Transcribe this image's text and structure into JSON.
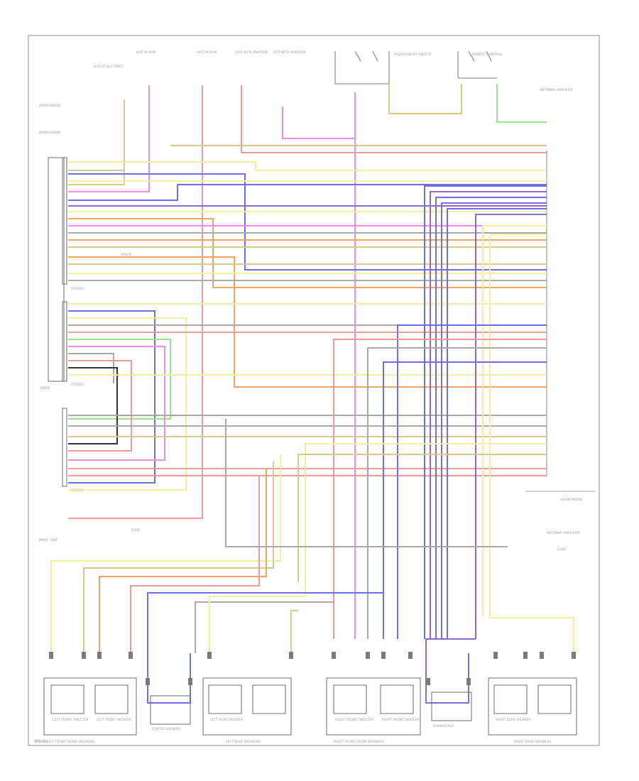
{
  "colors": {
    "yellow": "#f4ef9a",
    "tan": "#d9c98d",
    "pink": "#f08ce8",
    "red": "#f29a9a",
    "blue": "#6d6df0",
    "purple": "#8a6bd6",
    "orange": "#efa55f",
    "green": "#9be08a",
    "gray": "#a9a9a9",
    "black": "#333333"
  },
  "labels": {
    "page_ref": "WIRING",
    "stereo_label": "STEREO",
    "ecu_label": "MMI/C UNIT",
    "unit_label": "AUDIO/RADIO",
    "radio_label": "RADIO",
    "fuse_label_1": "HOT AT ALL TIMES",
    "fuse_label_2": "HOT IN RUN",
    "fuse_label_3": "HOT IN RUN",
    "fuse_label_4": "HOT WITH IGNITION",
    "switch_label_1": "RADIO ON/OFF SWITCH",
    "switch_label_2": "REMOTE CONTROL",
    "antenna_label": "ANTENNA AMPLIFIER",
    "ground_left": "G301",
    "ground_right": "G302",
    "splice_label": "SPLICE",
    "left_front_speakers": "LEFT FRONT DOOR SPEAKERS",
    "left_rear_speakers": "LEFT REAR SPEAKERS",
    "right_front_speakers": "RIGHT FRONT DOOR SPEAKERS",
    "right_rear_speakers": "RIGHT REAR SPEAKERS",
    "lf_tweeter": "LEFT FRONT TWEETER",
    "lf_woofer": "LEFT FRONT WOOFER",
    "lr_speaker": "LEFT REAR SPEAKER",
    "rf_tweeter": "RIGHT FRONT TWEETER",
    "rf_woofer": "RIGHT FRONT WOOFER",
    "rr_speaker": "RIGHT REAR SPEAKER",
    "center_speaker": "CENTER SPEAKER",
    "subwoofer": "SUBWOOFER"
  }
}
